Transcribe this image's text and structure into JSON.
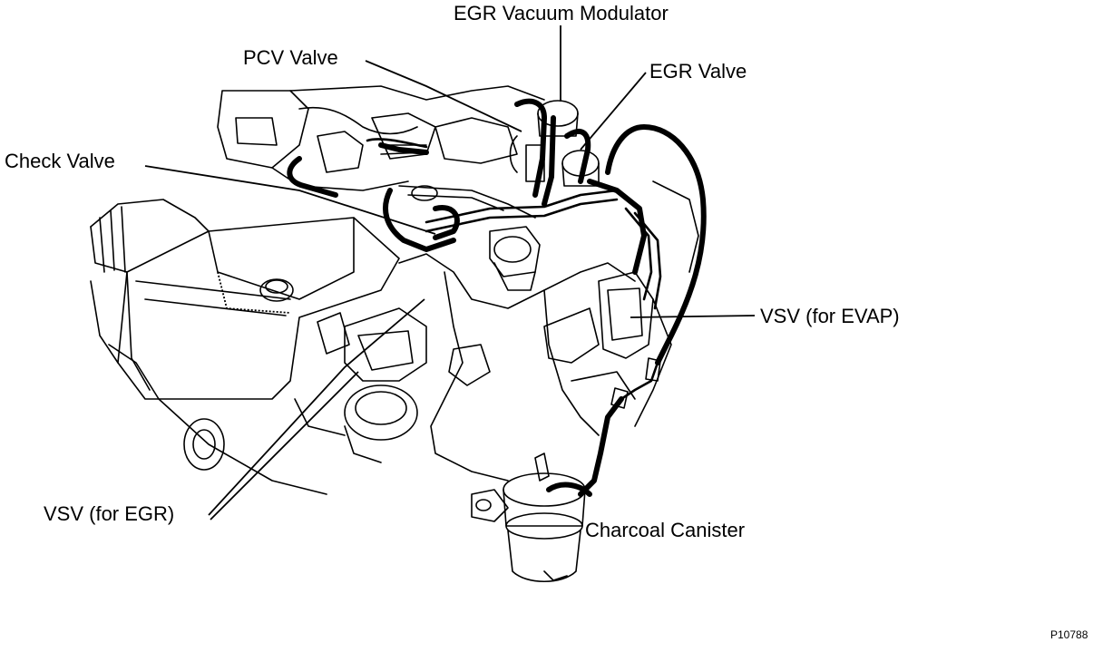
{
  "labels": {
    "egr_vacuum_modulator": "EGR Vacuum Modulator",
    "pcv_valve": "PCV Valve",
    "egr_valve": "EGR Valve",
    "check_valve": "Check Valve",
    "vsv_evap": "VSV (for EVAP)",
    "vsv_egr": "VSV (for EGR)",
    "charcoal_canister": "Charcoal Canister"
  },
  "figure_code": "P10788",
  "colors": {
    "ink": "#000000",
    "paper": "#ffffff"
  }
}
